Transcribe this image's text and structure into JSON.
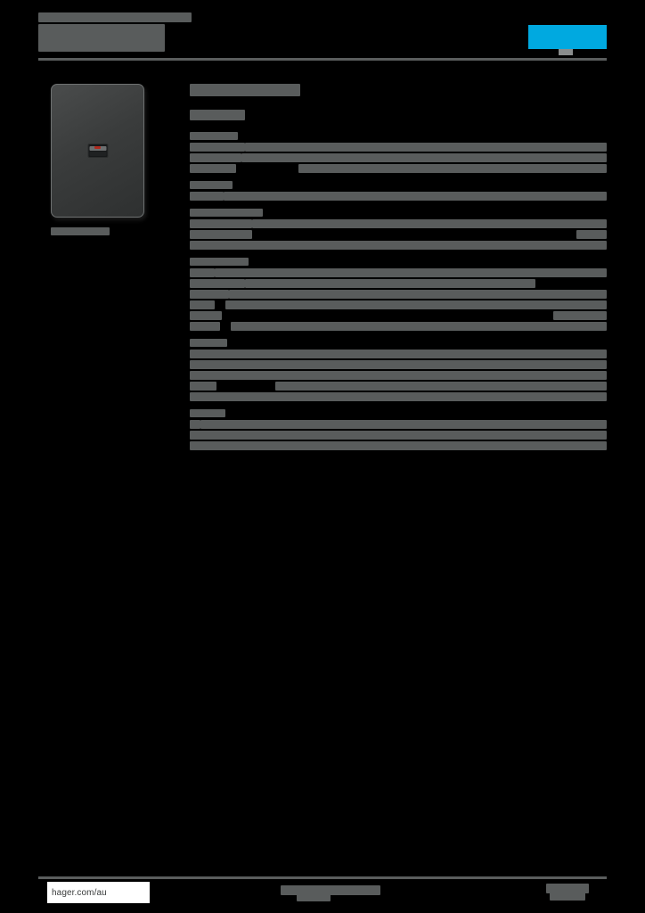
{
  "document": {
    "background_color": "#000000",
    "redaction_color": "#595c5c",
    "brand_color": "#00a9e0",
    "kicker": "",
    "title": "",
    "brand_logo_name": "hager-logo"
  },
  "figure": {
    "caption": "",
    "product_name": "wall-switch-plate",
    "plate_color": "#3a3c3c",
    "indicator_color": "#b02a1e"
  },
  "content": {
    "section_heading": "",
    "sub_heading": "",
    "blocks": [
      {
        "title": "",
        "rows": [
          {
            "label_w": 62,
            "gap_w": 0,
            "value_w": 406,
            "fill": false
          },
          {
            "label_w": 58,
            "gap_w": 0,
            "value_w": 410,
            "fill": false
          },
          {
            "label_w": 52,
            "gap_w": 70,
            "value_w": 346,
            "fill": false
          }
        ]
      },
      {
        "title": "",
        "rows": [
          {
            "label_w": 38,
            "gap_w": 0,
            "value_w": 430,
            "fill": false
          }
        ]
      },
      {
        "title": "",
        "rows": [
          {
            "label_w": 70,
            "gap_w": 0,
            "value_w": 398,
            "fill": false
          },
          {
            "label_w": 70,
            "gap_w": 364,
            "value_w": 34,
            "fill": false
          },
          {
            "label_w": 468,
            "gap_w": 0,
            "value_w": 0,
            "fill": false
          }
        ]
      },
      {
        "title": "",
        "rows": [
          {
            "label_w": 28,
            "gap_w": 0,
            "value_w": 440,
            "fill": false
          },
          {
            "label_w": 62,
            "gap_w": 0,
            "value_w": 326,
            "fill": false
          },
          {
            "label_w": 44,
            "gap_w": 0,
            "value_w": 424,
            "fill": false
          },
          {
            "label_w": 28,
            "gap_w": 12,
            "value_w": 428,
            "fill": false
          },
          {
            "label_w": 36,
            "gap_w": 372,
            "value_w": 60,
            "fill": false
          },
          {
            "label_w": 34,
            "gap_w": 12,
            "value_w": 422,
            "fill": false
          }
        ]
      },
      {
        "title": "",
        "rows": [
          {
            "label_w": 468,
            "gap_w": 0,
            "value_w": 0,
            "fill": false
          },
          {
            "label_w": 468,
            "gap_w": 0,
            "value_w": 0,
            "fill": false
          },
          {
            "label_w": 468,
            "gap_w": 0,
            "value_w": 0,
            "fill": false
          },
          {
            "label_w": 30,
            "gap_w": 66,
            "value_w": 372,
            "fill": false
          },
          {
            "label_w": 468,
            "gap_w": 0,
            "value_w": 0,
            "fill": false
          }
        ]
      },
      {
        "title": "",
        "rows": [
          {
            "label_w": 12,
            "gap_w": 0,
            "value_w": 456,
            "fill": false
          },
          {
            "label_w": 468,
            "gap_w": 0,
            "value_w": 0,
            "fill": false
          },
          {
            "label_w": 468,
            "gap_w": 0,
            "value_w": 0,
            "fill": false
          }
        ]
      }
    ]
  },
  "footer": {
    "url": "hager.com/au",
    "center_line_1": "",
    "center_line_2": "",
    "right_line_1": "",
    "right_line_2": ""
  }
}
